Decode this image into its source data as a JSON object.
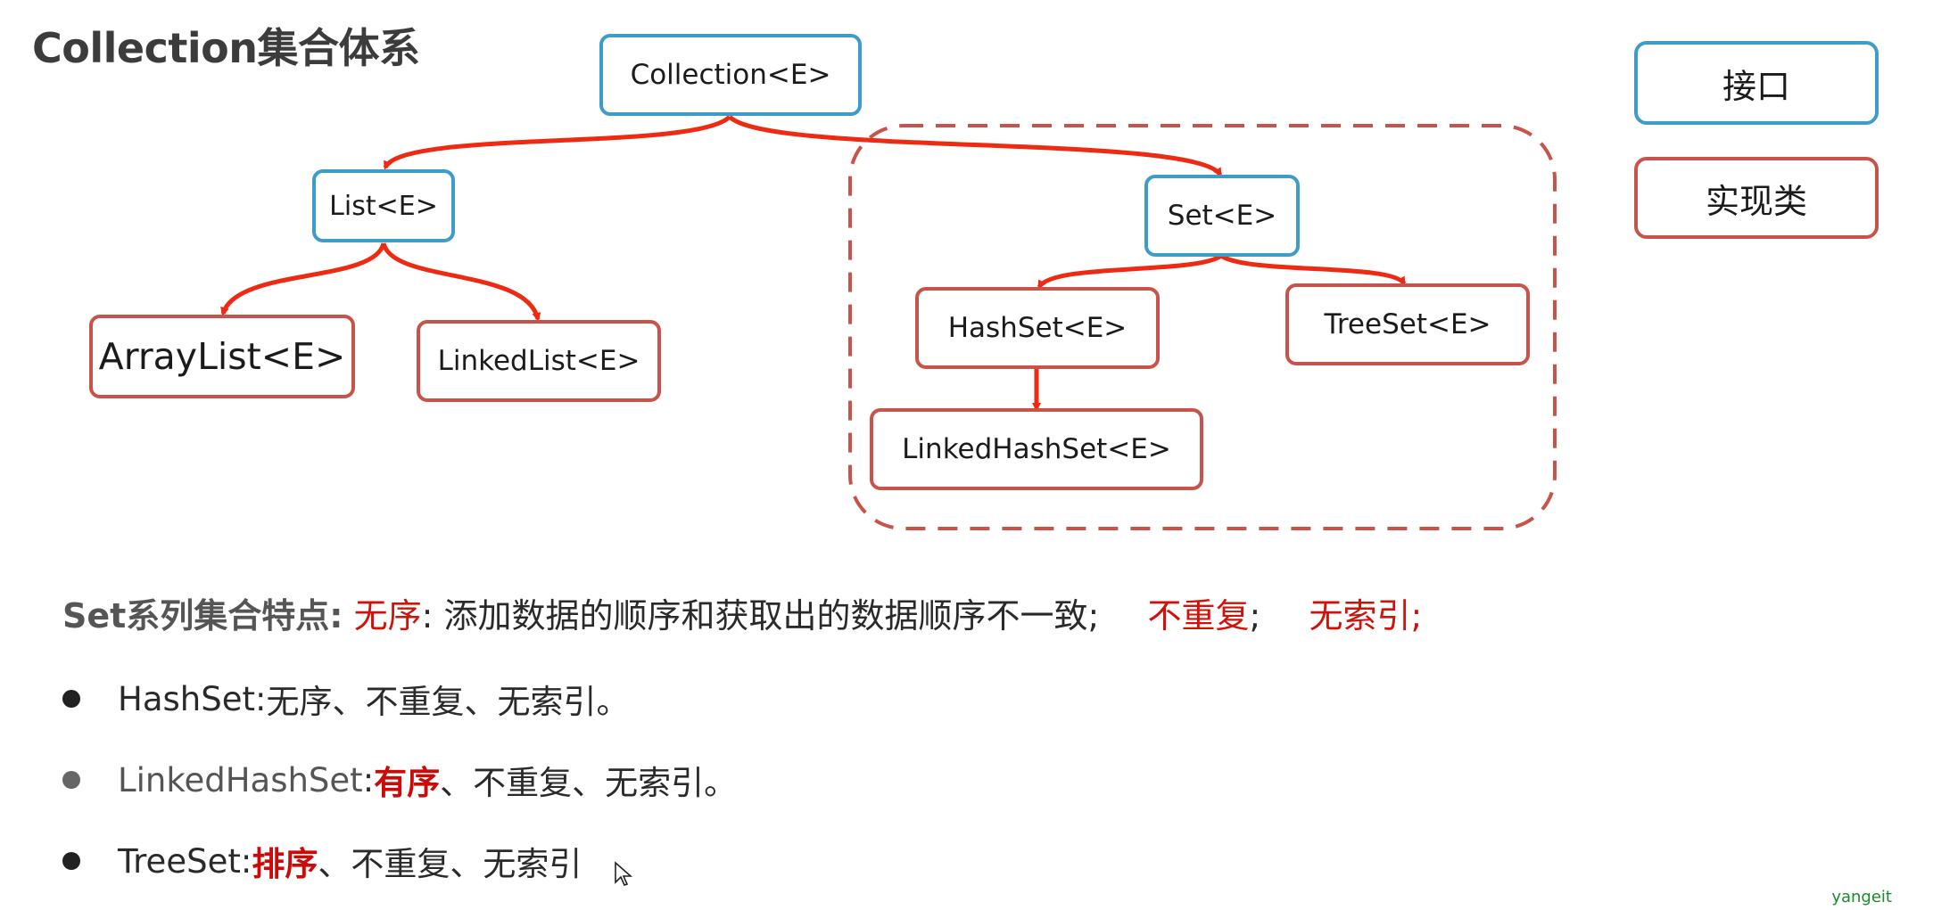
{
  "title": "Collection集合体系",
  "nodes": {
    "collection": "Collection<E>",
    "list": "List<E>",
    "set": "Set<E>",
    "arraylist": "ArrayList<E>",
    "linkedlist": "LinkedList<E>",
    "hashset": "HashSet<E>",
    "treeset": "TreeSet<E>",
    "linkedhashset": "LinkedHashSet<E>"
  },
  "legend": {
    "interface_label": "接口",
    "impl_label": "实现类"
  },
  "colors": {
    "interface_border": "#3e9dc8",
    "impl_border": "#c8534a",
    "arrow": "#ee2a12",
    "highlight_red": "#d0120a"
  },
  "summary": {
    "heading": "Set系列集合特点:",
    "unordered": "无序",
    "unordered_desc": ": 添加数据的顺序和获取出的数据顺序不一致;",
    "no_duplicates": "不重复",
    "separator": ";",
    "no_index": "无索引;"
  },
  "bullets": [
    {
      "name": "HashSet",
      "sep": " : ",
      "text": "无序、不重复、无索引。"
    },
    {
      "name": "LinkedHashSet",
      "sep": ": ",
      "highlight": "有序",
      "rest": "、不重复、无索引。"
    },
    {
      "name": "TreeSet",
      "sep": ": ",
      "highlight": "排序",
      "rest": "、不重复、无索引"
    }
  ],
  "watermark": "yangeit"
}
